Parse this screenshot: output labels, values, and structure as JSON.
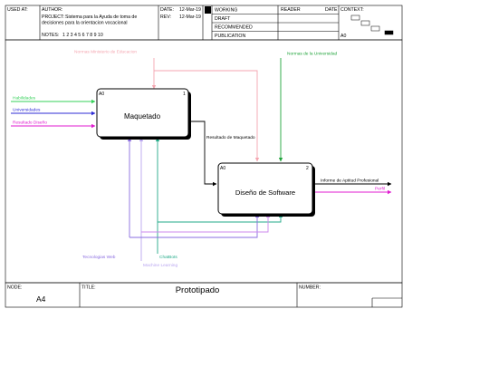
{
  "header": {
    "used_at_label": "USED AT:",
    "author_label": "AUTHOR:",
    "project_label": "PROJECT:",
    "project_line1": "Sistema para la Ayuda de toma de",
    "project_line2": "decisiones para la orientacion vocacional",
    "notes_label": "NOTES:",
    "notes_numbers": "1 2 3 4 5 6 7 8 9 10",
    "date_label": "DATE:",
    "date_value": "12-Mar-19",
    "rev_label": "REV:",
    "rev_value": "12-Mar-19",
    "status_working": "WORKING",
    "status_draft": "DRAFT",
    "status_recommended": "RECOMMENDED",
    "status_publication": "PUBLICATION",
    "reader_label": "READER",
    "reader_date_label": "DATE",
    "context_label": "CONTEXT:",
    "context_node": "A0"
  },
  "diagram": {
    "box1": {
      "title": "Maquetado",
      "id": "A0",
      "num": "1"
    },
    "box2": {
      "title": "Diseño de Software",
      "id": "A0",
      "num": "2"
    },
    "inputs": {
      "habilidades": "Habilidades",
      "universidades": "Universidades",
      "resultado_diseno": "Resultado Diseño"
    },
    "controls": {
      "normas_ministerio": "Normas Ministerio de Educacion",
      "normas_universidad": "Normas de la Universidad"
    },
    "flows": {
      "resultado_maquetado": "Resultado de Maquetado"
    },
    "outputs": {
      "informe": "Informe de Aptitud Profesional",
      "perfil": "Perfil"
    },
    "mechanisms": {
      "tecnologias_web": "Tecnologias Web",
      "chatbots": "ChatBots",
      "machine_learning": "Machine Learning"
    }
  },
  "footer": {
    "node_label": "NODE:",
    "node_value": "A4",
    "title_label": "TITLE:",
    "title_value": "Prototipado",
    "number_label": "NUMBER:"
  },
  "colors": {
    "pink": "#f4a6b0",
    "green_dark": "#1fa33a",
    "green_light": "#36d15a",
    "blue": "#2d2bd6",
    "magenta": "#e01bd0",
    "violet": "#8a6ce0",
    "lilac": "#b9a6f0",
    "teal": "#22aa88",
    "orchid": "#cc88ee"
  }
}
